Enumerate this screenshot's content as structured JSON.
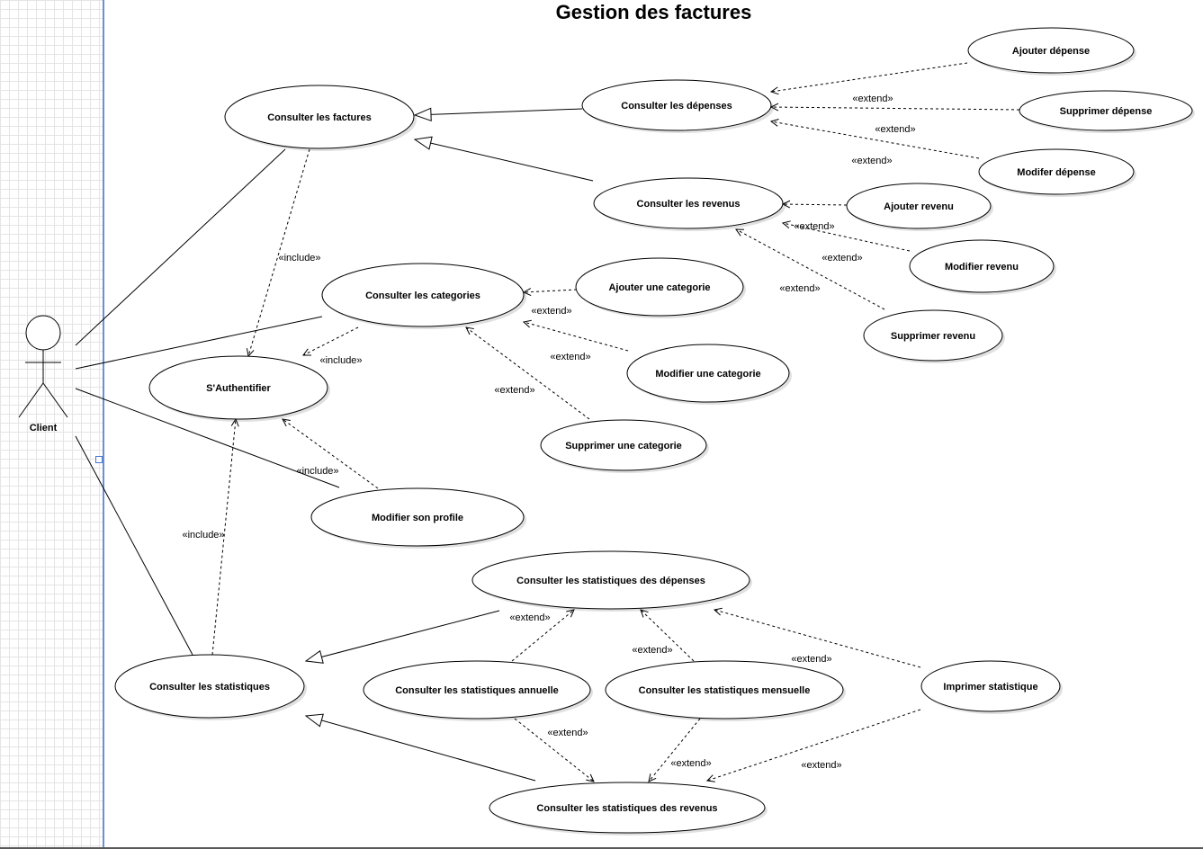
{
  "title": "Gestion des factures",
  "actor": {
    "name": "Client"
  },
  "use_cases": {
    "consulter_factures": "Consulter les factures",
    "consulter_depenses": "Consulter les dépenses",
    "ajouter_depense": "Ajouter dépense",
    "supprimer_depense": "Supprimer dépense",
    "modifier_depense": "Modifer dépense",
    "consulter_revenus": "Consulter les revenus",
    "ajouter_revenu": "Ajouter revenu",
    "modifier_revenu": "Modifier revenu",
    "supprimer_revenu": "Supprimer revenu",
    "consulter_categories": "Consulter les categories",
    "ajouter_categorie": "Ajouter une categorie",
    "modifier_categorie": "Modifier une categorie",
    "supprimer_categorie": "Supprimer une categorie",
    "authentifier": "S'Authentifier",
    "modifier_profile": "Modifier son profile",
    "consulter_statistiques": "Consulter les statistiques",
    "stats_depenses": "Consulter les statistiques des dépenses",
    "stats_annuelle": "Consulter les statistiques annuelle",
    "stats_mensuelle": "Consulter les statistiques mensuelle",
    "imprimer_statistique": "Imprimer statistique",
    "stats_revenus": "Consulter les statistiques des revenus"
  },
  "stereotypes": {
    "include": "«include»",
    "extend": "«extend»"
  }
}
